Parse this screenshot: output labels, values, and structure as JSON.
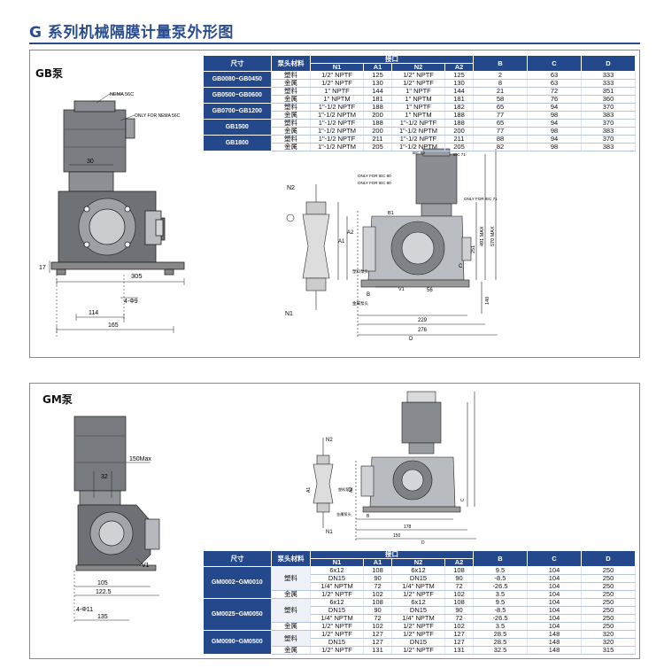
{
  "page": {
    "title": "G 系列机械隔膜计量泵外形图"
  },
  "gb": {
    "label": "GB泵",
    "table": {
      "headers": {
        "size": "尺寸",
        "material": "泵头材料",
        "port": "接口",
        "n1": "N1",
        "a1": "A1",
        "n2": "N2",
        "a2": "A2",
        "b": "B",
        "c": "C",
        "d": "D"
      },
      "groups": [
        {
          "model": "GB0080~GB0450",
          "rows": [
            {
              "material": "塑料",
              "n1": "1/2\" NPTF",
              "a1": "125",
              "n2": "1/2\" NPTF",
              "a2": "125",
              "b": "2",
              "c": "63",
              "d": "333"
            },
            {
              "material": "金属",
              "n1": "1/2\" NPTF",
              "a1": "130",
              "n2": "1/2\" NPTF",
              "a2": "130",
              "b": "8",
              "c": "63",
              "d": "333"
            }
          ]
        },
        {
          "model": "GB0500~GB0600",
          "rows": [
            {
              "material": "塑料",
              "n1": "1\" NPTF",
              "a1": "144",
              "n2": "1\" NPTF",
              "a2": "144",
              "b": "21",
              "c": "72",
              "d": "351"
            },
            {
              "material": "金属",
              "n1": "1\" NPTM",
              "a1": "181",
              "n2": "1\" NPTM",
              "a2": "181",
              "b": "58",
              "c": "76",
              "d": "360"
            }
          ]
        },
        {
          "model": "GB0700~GB1200",
          "rows": [
            {
              "material": "塑料",
              "n1": "1\"-1/2 NPTF",
              "a1": "188",
              "n2": "1\" NPTF",
              "a2": "182",
              "b": "65",
              "c": "94",
              "d": "370"
            },
            {
              "material": "金属",
              "n1": "1\"-1/2 NPTM",
              "a1": "200",
              "n2": "1\" NPTM",
              "a2": "188",
              "b": "77",
              "c": "98",
              "d": "383"
            }
          ]
        },
        {
          "model": "GB1500",
          "rows": [
            {
              "material": "塑料",
              "n1": "1\"-1/2 NPTF",
              "a1": "188",
              "n2": "1\"-1/2 NPTF",
              "a2": "188",
              "b": "65",
              "c": "94",
              "d": "370"
            },
            {
              "material": "金属",
              "n1": "1\"-1/2 NPTM",
              "a1": "200",
              "n2": "1\"-1/2 NPTM",
              "a2": "200",
              "b": "77",
              "c": "98",
              "d": "383"
            }
          ]
        },
        {
          "model": "GB1800",
          "rows": [
            {
              "material": "塑料",
              "n1": "1\"-1/2 NPTF",
              "a1": "211",
              "n2": "1\"-1/2 NPTF",
              "a2": "211",
              "b": "88",
              "c": "94",
              "d": "370"
            },
            {
              "material": "金属",
              "n1": "1\"-1/2 NPTM",
              "a1": "205",
              "n2": "1\"-1/2 NPTM",
              "a2": "205",
              "b": "82",
              "c": "98",
              "d": "383"
            }
          ]
        }
      ]
    },
    "drawing": {
      "nema_label": "NEMA 56C",
      "only_nema_label": "ONLY FOR NEMA 56C",
      "dim_30": "30",
      "dim_305": "305",
      "dim_phi9": "4-Φ9",
      "dim_114": "114",
      "dim_165": "165",
      "dim_17": "17",
      "iec80_label": "IEC 80",
      "iec71_label": "IEC 71",
      "only_iec80_label": "ONLY FOR IEC 80",
      "only_iec80b_label": "ONLY FOR IEC 80",
      "only_iec71_label": "ONLY FOR IEC 71",
      "n2": "N2",
      "n1": "N1",
      "a1": "A1",
      "a2": "A2",
      "b1": "B1",
      "v1": "V1",
      "c": "C",
      "b": "B",
      "d": "D",
      "dim_56": "56",
      "dim_229": "229",
      "dim_276": "276",
      "dim_251": "251",
      "dim_491": "491 MAX",
      "dim_570": "570 MAX",
      "dim_140": "140",
      "plastic_head": "塑料泵头",
      "metal_head": "金属泵头"
    }
  },
  "gm": {
    "label": "GM泵",
    "table": {
      "headers": {
        "size": "尺寸",
        "material": "泵头材料",
        "port": "接口",
        "n1": "N1",
        "a1": "A1",
        "n2": "N2",
        "a2": "A2",
        "b": "B",
        "c": "C",
        "d": "D"
      },
      "groups": [
        {
          "model": "GM0002~GM0010",
          "rows": [
            {
              "material": "塑料",
              "n1": "6x12",
              "a1": "108",
              "n2": "6x12",
              "a2": "108",
              "b": "9.5",
              "c": "104",
              "d": "250"
            },
            {
              "material": "",
              "n1": "DN15",
              "a1": "90",
              "n2": "DN15",
              "a2": "90",
              "b": "-8.5",
              "c": "104",
              "d": "250"
            },
            {
              "material": "",
              "n1": "1/4\" NPTM",
              "a1": "72",
              "n2": "1/4\" NPTM",
              "a2": "72",
              "b": "-26.5",
              "c": "104",
              "d": "250"
            },
            {
              "material": "金属",
              "n1": "1/2\" NPTF",
              "a1": "102",
              "n2": "1/2\" NPTF",
              "a2": "102",
              "b": "3.5",
              "c": "104",
              "d": "250"
            }
          ]
        },
        {
          "model": "GM0025~GM0050",
          "rows": [
            {
              "material": "塑料",
              "n1": "6x12",
              "a1": "108",
              "n2": "6x12",
              "a2": "108",
              "b": "9.5",
              "c": "104",
              "d": "250"
            },
            {
              "material": "",
              "n1": "DN15",
              "a1": "90",
              "n2": "DN15",
              "a2": "90",
              "b": "-8.5",
              "c": "104",
              "d": "250"
            },
            {
              "material": "",
              "n1": "1/4\" NPTM",
              "a1": "72",
              "n2": "1/4\" NPTM",
              "a2": "72",
              "b": "-26.5",
              "c": "104",
              "d": "250"
            },
            {
              "material": "金属",
              "n1": "1/2\" NPTF",
              "a1": "102",
              "n2": "1/2\" NPTF",
              "a2": "102",
              "b": "3.5",
              "c": "104",
              "d": "250"
            }
          ]
        },
        {
          "model": "GM0090~GM0500",
          "rows": [
            {
              "material": "塑料",
              "n1": "1/2\" NPTF",
              "a1": "127",
              "n2": "1/2\" NPTF",
              "a2": "127",
              "b": "28.5",
              "c": "148",
              "d": "320"
            },
            {
              "material": "",
              "n1": "DN15",
              "a1": "127",
              "n2": "DN15",
              "a2": "127",
              "b": "28.5",
              "c": "148",
              "d": "320"
            },
            {
              "material": "金属",
              "n1": "1/2\" NPTF",
              "a1": "131",
              "n2": "1/2\" NPTF",
              "a2": "131",
              "b": "32.5",
              "c": "148",
              "d": "315"
            }
          ]
        }
      ]
    },
    "drawing": {
      "dim_150max": "150Max",
      "dim_32": "32",
      "dim_105": "105",
      "dim_1225": "122.5",
      "dim_phi11": "4-Φ11",
      "dim_135": "135",
      "v1": "V1",
      "n2": "N2",
      "n1": "N1",
      "a1": "A1",
      "a2": "A2",
      "b": "B",
      "c": "C",
      "d": "D",
      "dim_178": "178",
      "dim_150": "150",
      "plastic_head": "塑料泵头",
      "metal_head": "金属泵头"
    }
  }
}
